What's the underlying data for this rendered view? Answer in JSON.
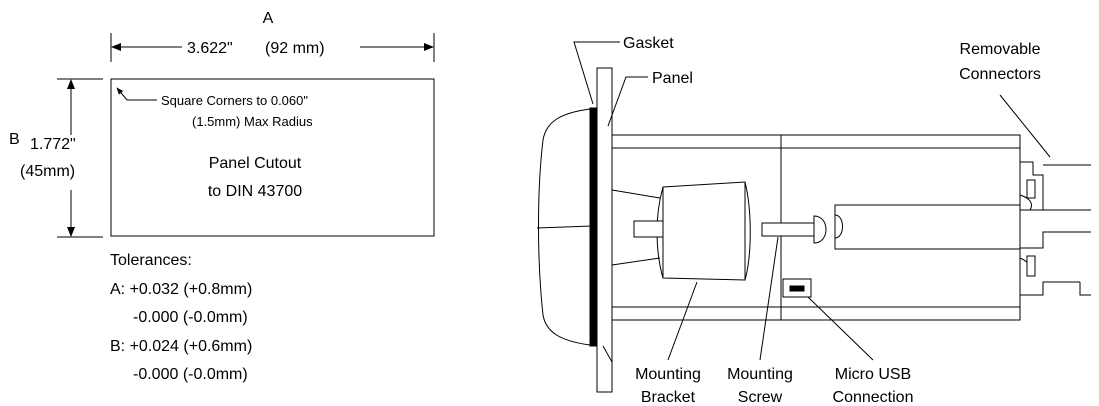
{
  "cutout": {
    "dim_a_letter": "A",
    "dim_a_value": "3.622\"",
    "dim_a_mm": "(92 mm)",
    "dim_b_letter": "B",
    "dim_b_value": "1.772\"",
    "dim_b_mm": "(45mm)",
    "corner_note_line1": "Square Corners to 0.060\"",
    "corner_note_line2": "(1.5mm) Max Radius",
    "title_line1": "Panel Cutout",
    "title_line2": "to DIN 43700"
  },
  "tolerances": {
    "heading": "Tolerances:",
    "a_line1": "A: +0.032 (+0.8mm)",
    "a_line2": "-0.000 (-0.0mm)",
    "b_line1": "B: +0.024 (+0.6mm)",
    "b_line2": "-0.000 (-0.0mm)"
  },
  "side_view": {
    "gasket": "Gasket",
    "panel": "Panel",
    "connectors_line1": "Removable",
    "connectors_line2": "Connectors",
    "bracket_line1": "Mounting",
    "bracket_line2": "Bracket",
    "screw_line1": "Mounting",
    "screw_line2": "Screw",
    "usb_line1": "Micro USB",
    "usb_line2": "Connection"
  }
}
